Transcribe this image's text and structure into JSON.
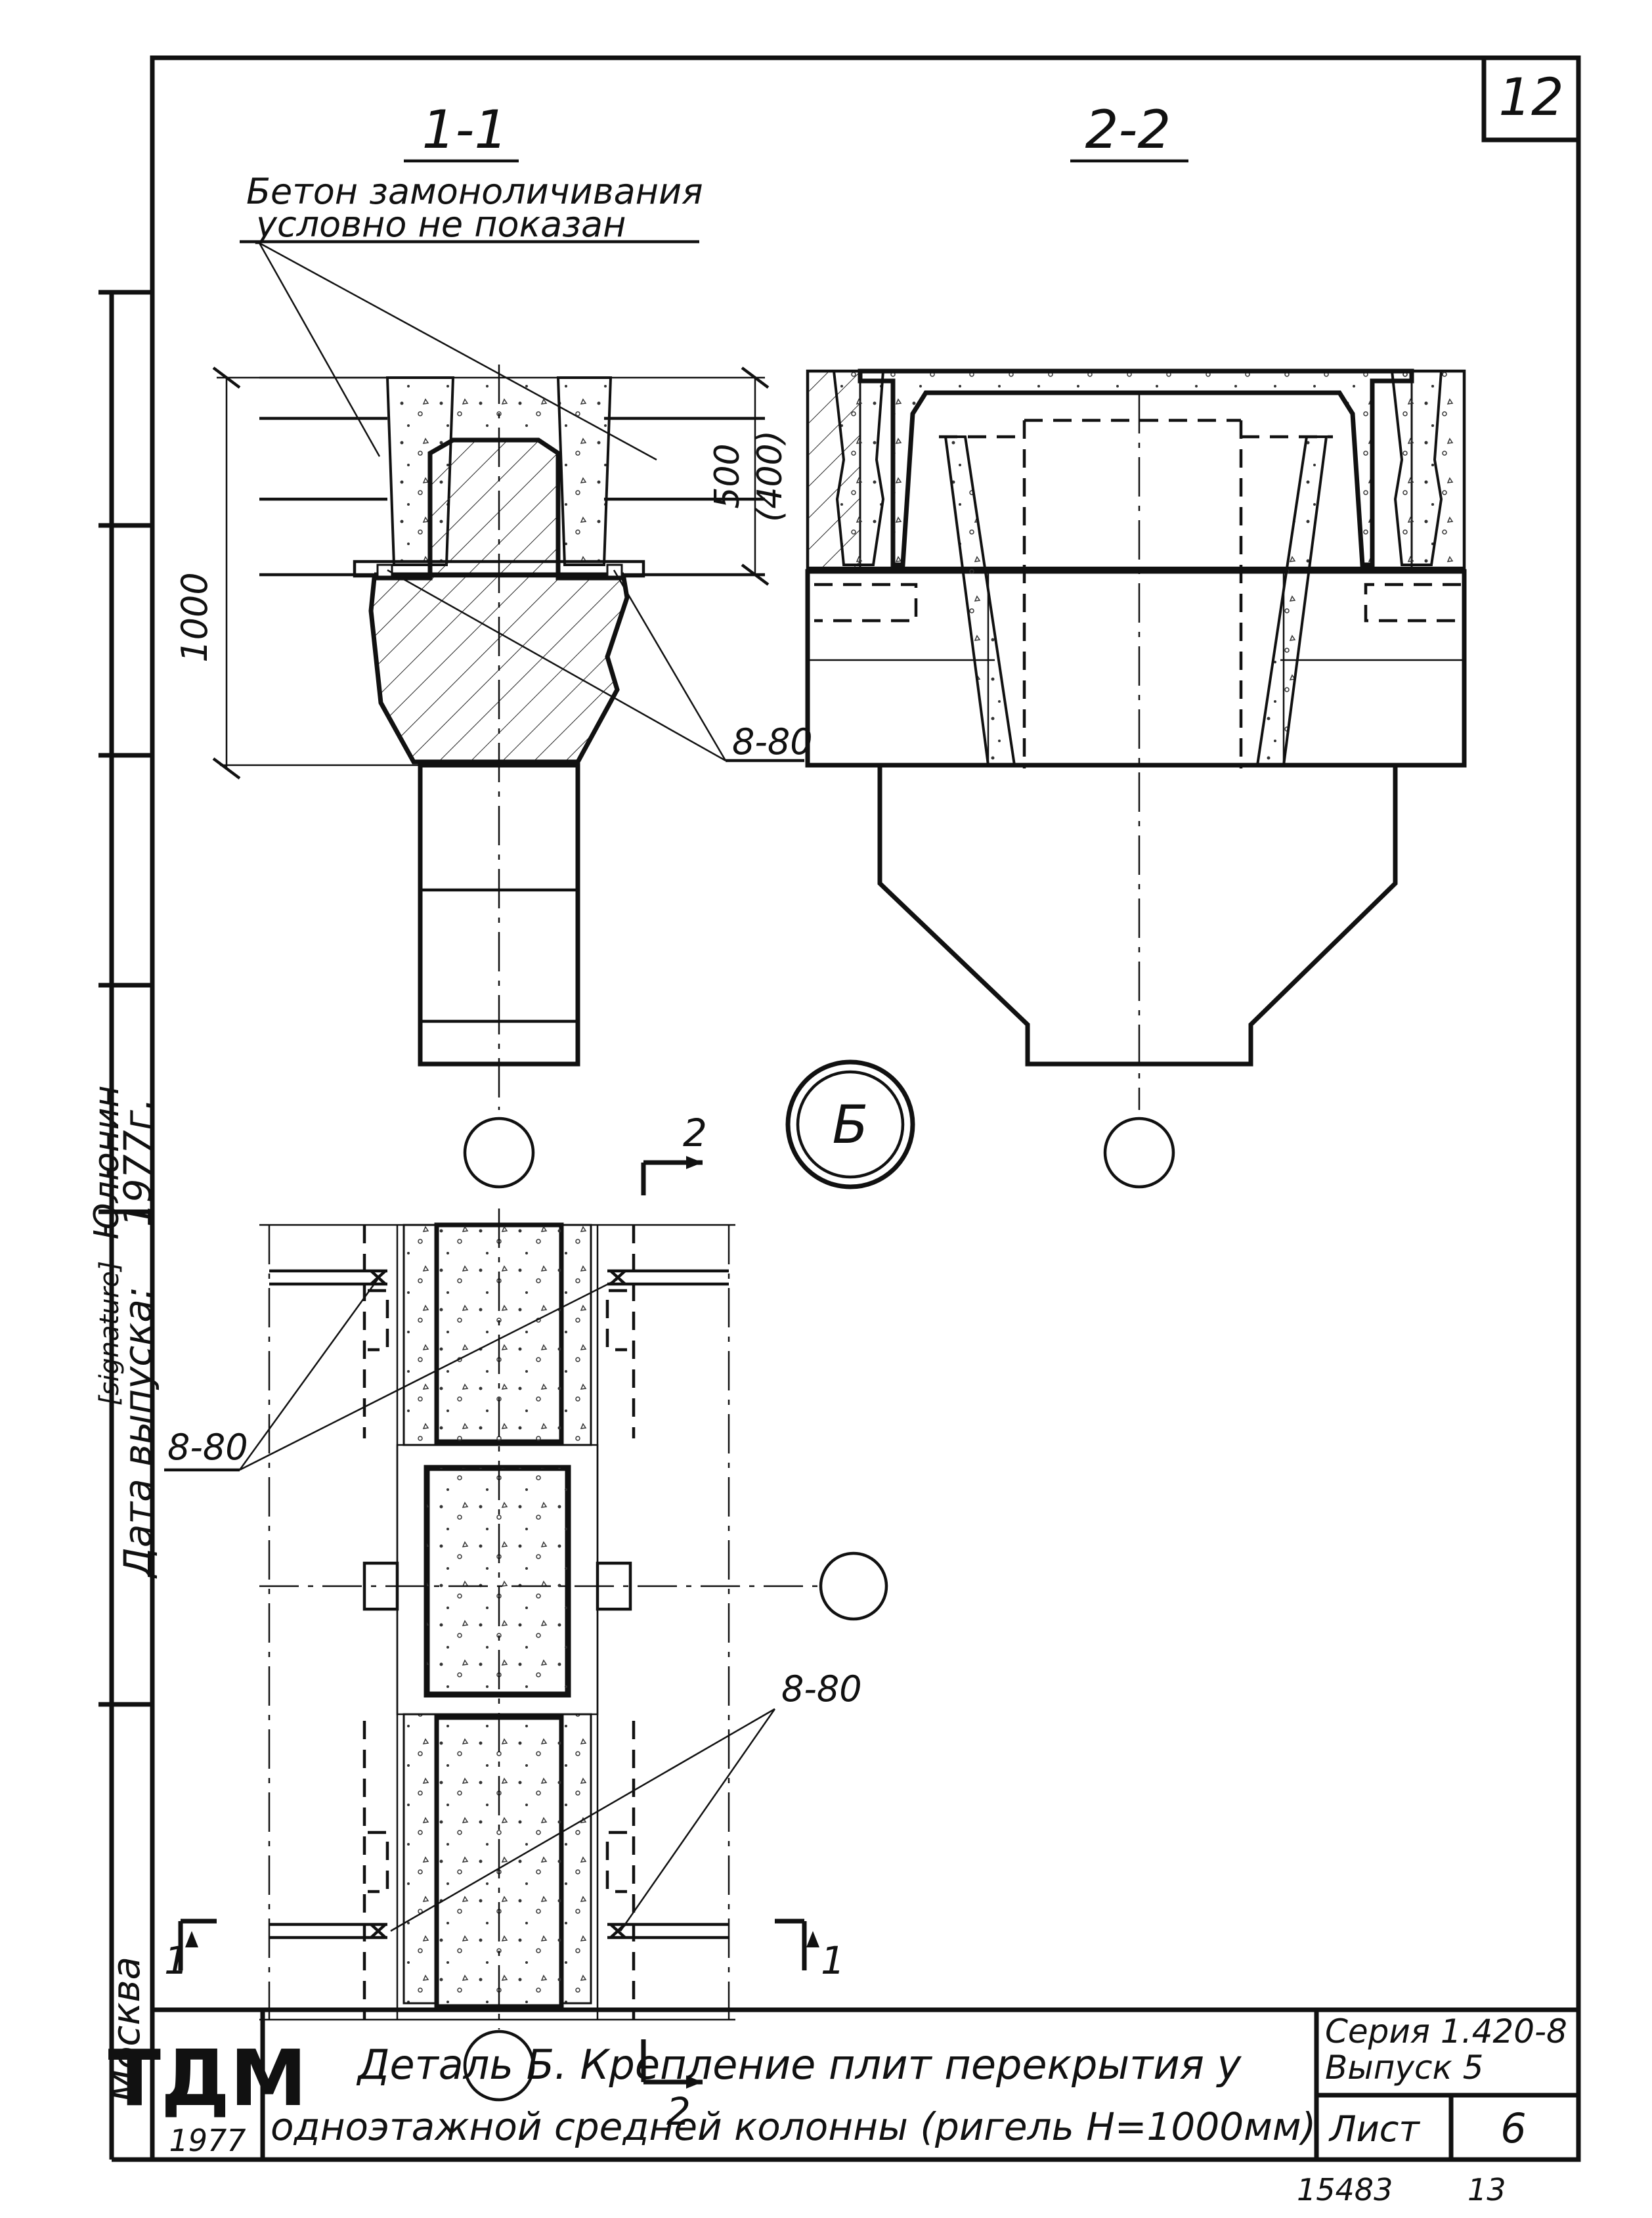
{
  "sheet": {
    "sheet_number": "12",
    "section_1_label": "1-1",
    "section_2_label": "2-2",
    "note_line1": "Бетон замоноличивания",
    "note_line2": "условно не показан",
    "dim_height_total": "1000",
    "dim_height_upper": "500",
    "dim_height_upper_alt": "(400)",
    "weld_label": "8-80",
    "detail_marker": "Б",
    "cut_mark_2": "2",
    "cut_mark_1": "1"
  },
  "margin_stamp": {
    "city": "Москва",
    "release_date_label": "Дата выпуска:",
    "signature": "[signature]",
    "year": "1977г.",
    "name": "Юлюнин"
  },
  "title_block": {
    "logo": "ТДМ",
    "logo_year": "1977",
    "title_line1": "Деталь Б. Крепление плит перекрытия у",
    "title_line2": "одноэтажной средней колонны (ригель H=1000мм)",
    "series": "Серия 1.420-8",
    "issue": "Выпуск 5",
    "sheet_label": "Лист",
    "sheet_value": "6",
    "footer_code": "15483",
    "footer_page": "13"
  }
}
